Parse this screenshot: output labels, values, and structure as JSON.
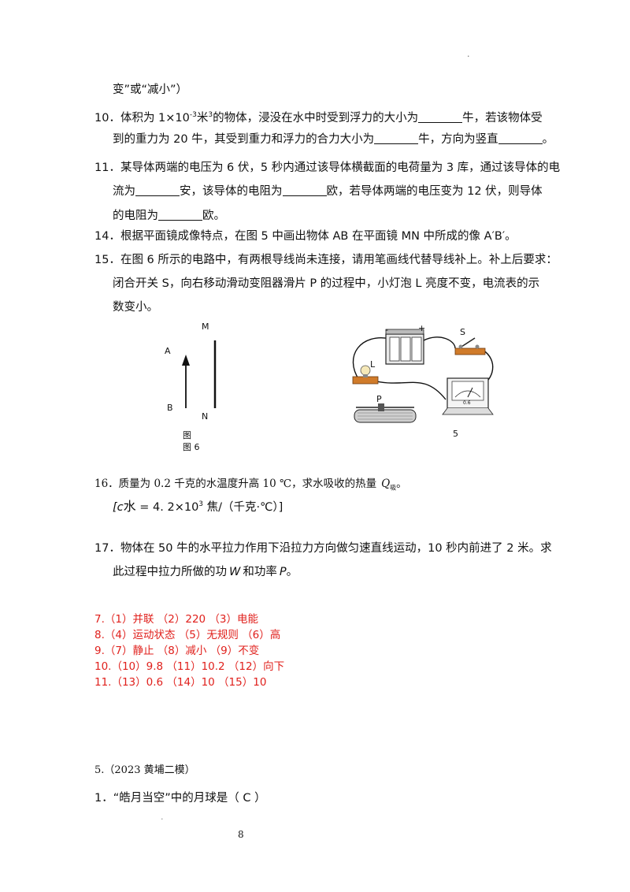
{
  "header_dot": ".",
  "q9_tail": "变”或“减小”）",
  "q10": {
    "line1_a": "10．体积为 1×10",
    "line1_exp": "-3",
    "line1_b": "米",
    "line1_exp2": "3",
    "line1_c": "的物体，浸没在水中时受到浮力的大小为",
    "line1_d": "牛，若该物体受",
    "line2_a": "到的重力为 20 牛，其受到重力和浮力的合力大小为",
    "line2_b": "牛，方向为竖直",
    "line2_c": "。"
  },
  "q11": {
    "line1": "11．某导体两端的电压为 6 伏，5 秒内通过该导体横截面的电荷量为 3 库，通过该导体的电",
    "line2_a": "流为",
    "line2_b": "安，该导体的电阻为",
    "line2_c": "欧，若导体两端的电压变为 12 伏，则导体",
    "line3_a": "的电阻为",
    "line3_b": "欧。"
  },
  "q14": "14．根据平面镜成像特点，在图 5 中画出物体 AB 在平面镜 MN 中所成的像 A′B′。",
  "q15": {
    "line1": "15．在图 6 所示的电路中，有两根导线尚未连接，请用笔画线代替导线补上。补上后要求：",
    "line2": "闭合开关 S，向右移动滑动变阻器滑片 P 的过程中，小灯泡 L 亮度不变，电流表的示",
    "line3": "数变小。"
  },
  "figure_mirror": {
    "label_a": "A",
    "label_b": "B",
    "label_m": "M",
    "label_n": "N",
    "caption1": "图",
    "caption2": "图 6"
  },
  "figure_circuit": {
    "label_minus": "-",
    "label_plus": "+",
    "label_s": "S",
    "label_l": "L",
    "label_p": "P",
    "label_meter": "0.6",
    "caption": "5"
  },
  "q16": {
    "line1_a": "16．质量为  0.2 千克的水温度升高 10 ℃，求水吸收的热量",
    "line1_q": "Q",
    "line1_sub": "吸",
    "line1_end": "。",
    "line2_a": "[c",
    "line2_b": "水",
    "line2_c": " = 4. 2×10",
    "line2_exp": "3",
    "line2_d": "  焦/（千克·℃）]"
  },
  "q17": {
    "line1": "17．物体在 50 牛的水平拉力作用下沿拉力方向做匀速直线运动，10 秒内前进了 2 米。求",
    "line2_a": "此过程中拉力所做的功",
    "line2_w": "W",
    "line2_b": "和功率",
    "line2_p": "P",
    "line2_c": "。"
  },
  "answers": [
    "7.（1）并联 （2）220 （3）电能",
    "8.（4）运动状态 （5）无规则 （6）高",
    "9.（7）静止 （8）减小 （9）不变",
    "10.（10）9.8 （11）10.2 （12）向下",
    "11.（13）0.6 （14）10 （15）10"
  ],
  "section_title": "5.（2023 黄埔二模）",
  "q1": "1．“皓月当空”中的月球是（   C   ）",
  "footer_dot": ".",
  "page_number": "8",
  "colors": {
    "answer_red": "#e0201c",
    "text": "#111111"
  }
}
